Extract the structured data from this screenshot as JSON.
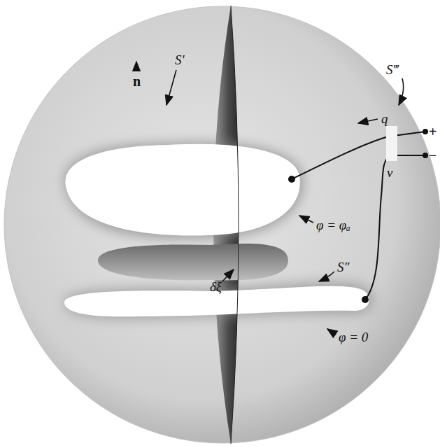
{
  "diagram": {
    "labels": [
      "S′",
      "n",
      "S‴",
      "q",
      "+",
      "−",
      "v",
      "φ = φₐ",
      "δξ",
      "S″",
      "φ = 0"
    ]
  }
}
